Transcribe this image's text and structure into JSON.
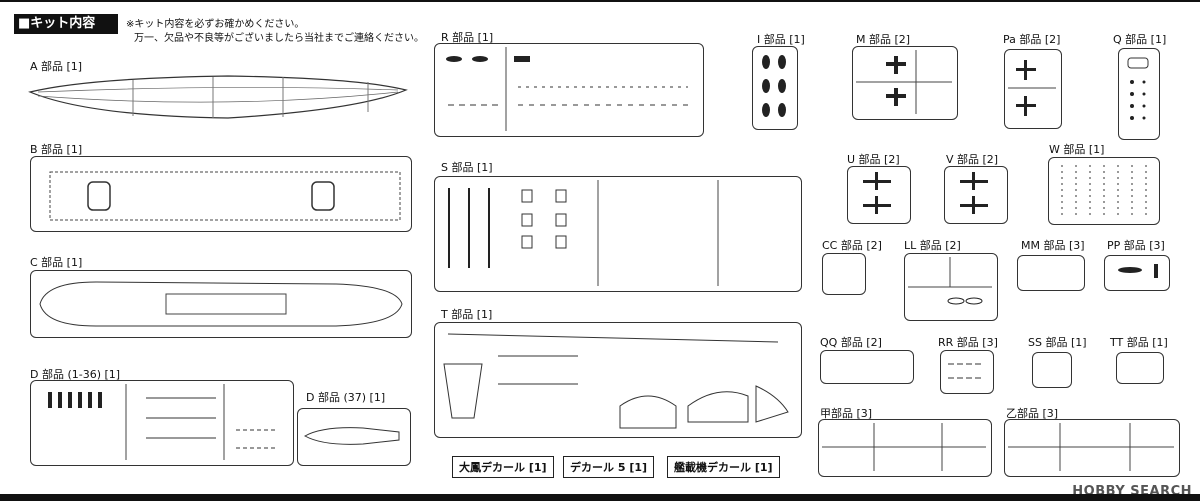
{
  "header": {
    "title": "■キット内容"
  },
  "notes": [
    "※キット内容を必ずお確かめください。",
    "万一、欠品や不良等がございましたら当社までご連絡ください。"
  ],
  "parts": {
    "A": "A 部品 [1]",
    "B": "B 部品 [1]",
    "C": "C 部品 [1]",
    "D": "D 部品 (1-36) [1]",
    "D37": "D 部品 (37) [1]",
    "R": "R 部品 [1]",
    "S": "S 部品 [1]",
    "T": "T 部品 [1]",
    "I": "I 部品 [1]",
    "M": "M 部品 [2]",
    "Pa": "Pa 部品 [2]",
    "Q": "Q 部品 [1]",
    "U": "U 部品 [2]",
    "V": "V 部品 [2]",
    "W": "W 部品 [1]",
    "CC": "CC 部品 [2]",
    "LL": "LL 部品 [2]",
    "MM": "MM 部品 [3]",
    "PP": "PP 部品 [3]",
    "QQ": "QQ 部品 [2]",
    "RR": "RR 部品 [3]",
    "SS": "SS 部品 [1]",
    "TT": "TT 部品 [1]",
    "KOU": "甲部品 [3]",
    "OTSU": "乙部品 [3]"
  },
  "decals": [
    "大鳳デカール [1]",
    "デカール 5 [1]",
    "艦載機デカール [1]"
  ],
  "watermark": "HOBBY SEARCH",
  "colors": {
    "ink": "#111111",
    "paper": "#ffffff",
    "line": "#444444"
  }
}
